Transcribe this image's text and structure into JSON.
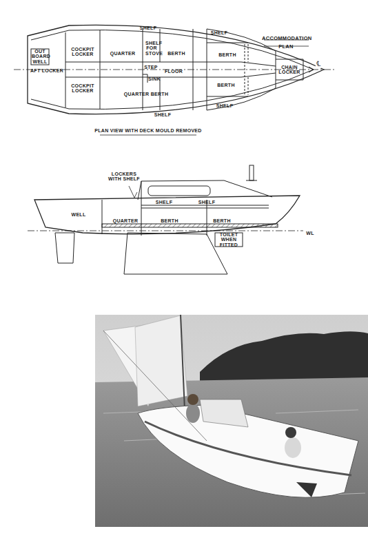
{
  "diagram": {
    "title": "ACCOMMODATION PLAN",
    "caption": "PLAN VIEW WITH DECK MOULD REMOVED",
    "labels": [
      "SHELF",
      "SHELF",
      "OUT BOARD WELL",
      "COCKPIT LOCKER",
      "QUARTER",
      "SHELF FOR STOVE",
      "BERTH",
      "BERTH",
      "AFT LOCKER",
      "STEP",
      "FLOOR",
      "SINK",
      "CHAIN LOCKER",
      "℄",
      "COCKPIT LOCKER",
      "QUARTER BERTH",
      "BERTH",
      "SHELF",
      "SHELF",
      "LOCKERS WITH SHELF",
      "WELL",
      "SHELF",
      "SHELF",
      "QUARTER",
      "BERTH",
      "BERTH",
      "TOILET WHEN FITTED",
      "WL"
    ]
  }
}
